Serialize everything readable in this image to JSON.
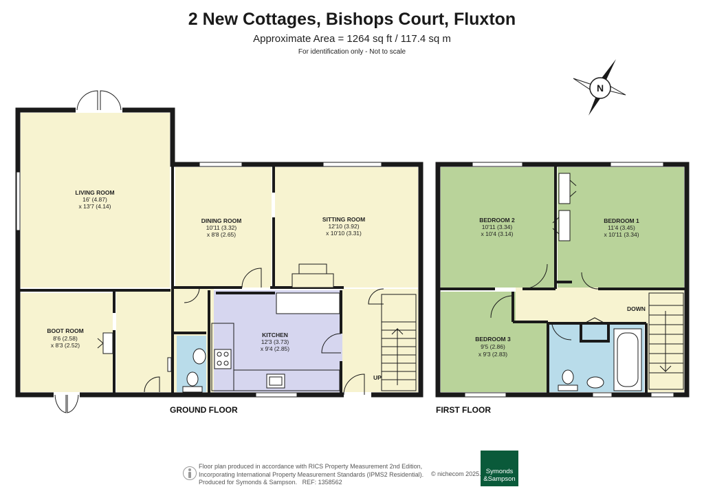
{
  "header": {
    "title": "2 New Cottages, Bishops Court, Fluxton",
    "area": "Approximate Area = 1264 sq ft / 117.4 sq m",
    "note": "For identification only - Not to scale"
  },
  "compass": {
    "label": "N"
  },
  "floors": [
    {
      "label": "GROUND FLOOR"
    },
    {
      "label": "FIRST FLOOR"
    }
  ],
  "rooms": [
    {
      "name": "LIVING ROOM",
      "dim1": "16' (4.87)",
      "dim2": "x 13'7 (4.14)"
    },
    {
      "name": "DINING ROOM",
      "dim1": "10'11 (3.32)",
      "dim2": "x 8'8 (2.65)"
    },
    {
      "name": "SITTING ROOM",
      "dim1": "12'10 (3.92)",
      "dim2": "x 10'10 (3.31)"
    },
    {
      "name": "BOOT ROOM",
      "dim1": "8'6 (2.58)",
      "dim2": "x 8'3 (2.52)"
    },
    {
      "name": "KITCHEN",
      "dim1": "12'3 (3.73)",
      "dim2": "x 9'4 (2.85)"
    },
    {
      "name": "BEDROOM 2",
      "dim1": "10'11 (3.34)",
      "dim2": "x 10'4 (3.14)"
    },
    {
      "name": "BEDROOM 1",
      "dim1": "11'4 (3.45)",
      "dim2": "x 10'11 (3.34)"
    },
    {
      "name": "BEDROOM 3",
      "dim1": "9'5 (2.86)",
      "dim2": "x 9'3 (2.83)"
    }
  ],
  "stairs": {
    "up": "UP",
    "down": "DOWN"
  },
  "footer": {
    "line1": "Floor plan produced in accordance with RICS Property Measurement 2nd Edition,",
    "line2": "Incorporating International Property Measurement Standards (IPMS2 Residential).",
    "line3": "Produced for Symonds & Sampson.",
    "ref": "REF:  1358562",
    "copyright": "© nichecom 2025.",
    "logo_line1": "Symonds",
    "logo_line2": "&Sampson"
  },
  "colors": {
    "cream": "#f7f3d0",
    "kitchen": "#d6d6ef",
    "bathroom": "#b9dcea",
    "bedroom": "#b9d39a",
    "wall": "#1a1a1a",
    "logo": "#0a5a3a"
  }
}
